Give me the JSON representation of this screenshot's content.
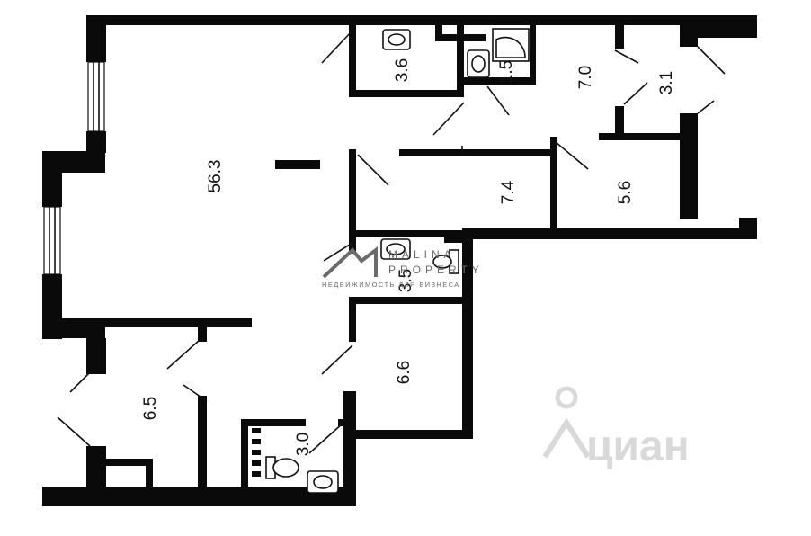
{
  "rooms": [
    {
      "id": "main",
      "area": "56.3"
    },
    {
      "id": "bath-top",
      "area": "3.6"
    },
    {
      "id": "shower",
      "area": "1.5"
    },
    {
      "id": "room-top-right",
      "area": "7.0"
    },
    {
      "id": "closet-top-right",
      "area": "3.1"
    },
    {
      "id": "room-middle",
      "area": "7.4"
    },
    {
      "id": "room-right",
      "area": "5.6"
    },
    {
      "id": "bath-center",
      "area": "3.5"
    },
    {
      "id": "room-lower-center",
      "area": "6.6"
    },
    {
      "id": "room-lower-left",
      "area": "6.5"
    },
    {
      "id": "wc-bottom",
      "area": "3.0"
    }
  ],
  "watermark": {
    "brand_line1": "MALINA",
    "brand_line2": "PROPERTY",
    "tagline": "НЕДВИЖИМОСТЬ ДЛЯ БИЗНЕСА"
  },
  "logo": {
    "text": "циан",
    "icon": "map-pin-icon"
  },
  "colors": {
    "wall": "#0a0a0a",
    "background": "#ffffff",
    "watermark": "#6b6b6b",
    "logo": "#d9d9d9"
  }
}
